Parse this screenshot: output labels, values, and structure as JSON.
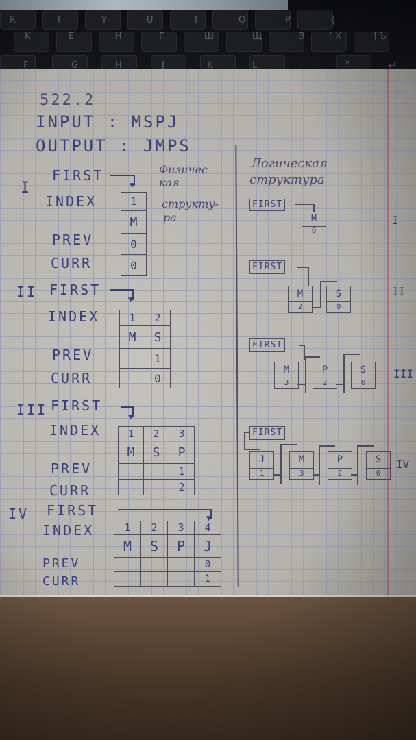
{
  "keyboard": {
    "row1": [
      "R",
      "T",
      "Y",
      "U",
      "I",
      "O",
      "P",
      "{"
    ],
    "row2": [
      "K",
      "E",
      "Н",
      "Г",
      "Ш",
      "Щ",
      "З",
      "[ X",
      "] Ъ"
    ],
    "row3": [
      "F",
      "G",
      "H",
      "J",
      "K",
      "L",
      "\""
    ]
  },
  "notes": {
    "header": "522.2",
    "input": "INPUT : MSPJ",
    "output": "OUTPUT : JMPS",
    "caption_physical": [
      "Физичес",
      "кая",
      "структу-",
      "ра"
    ],
    "caption_logical": [
      "Логическая",
      "структура"
    ]
  },
  "stages": [
    {
      "numeral": "I",
      "first_label": "FIRST",
      "row_labels": [
        "INDEX",
        "",
        "PREV",
        "CURR"
      ],
      "columns": [
        {
          "index": "1",
          "letter": "M",
          "prev": "0",
          "curr": "0"
        }
      ]
    },
    {
      "numeral": "II",
      "first_label": "FIRST",
      "row_labels": [
        "INDEX",
        "",
        "PREV",
        "CURR"
      ],
      "columns": [
        {
          "index": "1",
          "letter": "M",
          "prev": "",
          "curr": ""
        },
        {
          "index": "2",
          "letter": "S",
          "prev": "1",
          "curr": "0"
        }
      ]
    },
    {
      "numeral": "III",
      "first_label": "FIRST",
      "row_labels": [
        "INDEX",
        "",
        "PREV",
        "CURR"
      ],
      "columns": [
        {
          "index": "1",
          "letter": "M",
          "prev": "",
          "curr": ""
        },
        {
          "index": "2",
          "letter": "S",
          "prev": "",
          "curr": ""
        },
        {
          "index": "3",
          "letter": "P",
          "prev": "1",
          "curr": "2"
        }
      ]
    },
    {
      "numeral": "IV",
      "first_label": "FIRST",
      "row_labels": [
        "INDEX",
        "",
        "PREV",
        "CURR"
      ],
      "columns": [
        {
          "index": "1",
          "letter": "M",
          "prev": "",
          "curr": ""
        },
        {
          "index": "2",
          "letter": "S",
          "prev": "",
          "curr": ""
        },
        {
          "index": "3",
          "letter": "P",
          "prev": "",
          "curr": ""
        },
        {
          "index": "4",
          "letter": "J",
          "prev": "0",
          "curr": "1"
        }
      ]
    }
  ],
  "logical": [
    {
      "numeral": "I",
      "first": "FIRST",
      "nodes": [
        {
          "letter": "M",
          "link": "0"
        }
      ]
    },
    {
      "numeral": "II",
      "first": "FIRST",
      "nodes": [
        {
          "letter": "M",
          "link": "2"
        },
        {
          "letter": "S",
          "link": "0"
        }
      ]
    },
    {
      "numeral": "III",
      "first": "FIRST",
      "nodes": [
        {
          "letter": "M",
          "link": "3"
        },
        {
          "letter": "P",
          "link": "2"
        },
        {
          "letter": "S",
          "link": "0"
        }
      ]
    },
    {
      "numeral": "IV",
      "first": "FIRST",
      "nodes": [
        {
          "letter": "J",
          "link": "1"
        },
        {
          "letter": "M",
          "link": "3"
        },
        {
          "letter": "P",
          "link": "2"
        },
        {
          "letter": "S",
          "link": "0"
        }
      ]
    }
  ]
}
